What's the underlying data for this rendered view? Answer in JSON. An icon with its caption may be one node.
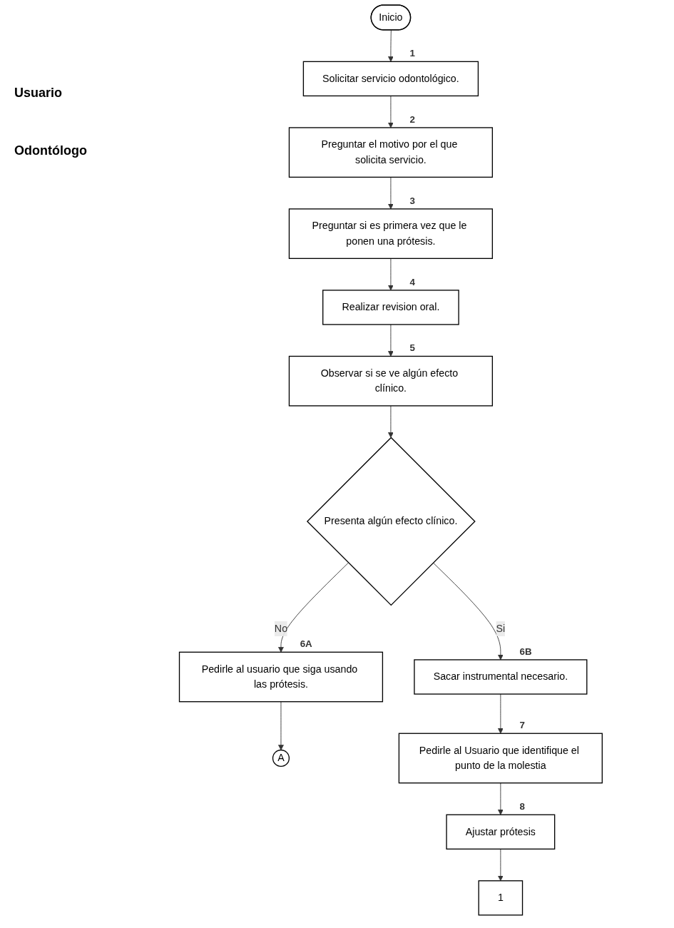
{
  "diagram": {
    "nodes": [
      {
        "text": [
          "Inicio"
        ]
      },
      {
        "text": [
          "Solicitar servicio odontológico."
        ],
        "beside": [
          "1"
        ]
      },
      {
        "text": [
          "Preguntar el motivo por el que solicita servicio."
        ],
        "beside": [
          "2"
        ]
      },
      {
        "text": [
          "Preguntar si es primera vez que le ponen una prótesis."
        ],
        "beside": [
          "3"
        ]
      },
      {
        "text": [
          "Realizar revision oral."
        ],
        "beside": [
          "4"
        ]
      },
      {
        "text": [
          "Observar si se ve algún efecto clínico."
        ],
        "beside": [
          "5"
        ]
      },
      {
        "text": [
          "Presenta algún efecto clínico."
        ]
      },
      {
        "text": [
          "Pedirle al usuario que siga usando las prótesis."
        ],
        "beside": [
          "6A"
        ]
      },
      {
        "text": [
          "A"
        ]
      },
      {
        "text": [
          "Sacar instrumental necesario."
        ],
        "beside": [
          "6B"
        ]
      },
      {
        "text": [
          "Pedirle al Usuario que identifique el punto de la molestia"
        ],
        "beside": [
          "7"
        ]
      },
      {
        "text": [
          "Ajustar prótesis"
        ],
        "beside": [
          "8"
        ]
      },
      {
        "text": [
          "1"
        ]
      }
    ],
    "edges": [
      {
        "from": 0,
        "to": 1,
        "arrow": "to"
      },
      {
        "from": 1,
        "to": 2,
        "arrow": "to"
      },
      {
        "from": 2,
        "to": 3,
        "arrow": "to"
      },
      {
        "from": 3,
        "to": 4,
        "arrow": "to"
      },
      {
        "from": 4,
        "to": 5,
        "arrow": "to"
      },
      {
        "from": 5,
        "to": 6,
        "arrow": "to"
      },
      {
        "from": 6,
        "to": 7,
        "label": "No",
        "arrow": "to"
      },
      {
        "from": 6,
        "to": 9,
        "label": "Si",
        "arrow": "to"
      },
      {
        "from": 7,
        "to": 8,
        "arrow": "to"
      },
      {
        "from": 9,
        "to": 10,
        "arrow": "to"
      },
      {
        "from": 10,
        "to": 11,
        "arrow": "to"
      },
      {
        "from": 11,
        "to": 12,
        "arrow": "to"
      }
    ],
    "labels": [
      "Usuario",
      "Odontólogo"
    ]
  }
}
